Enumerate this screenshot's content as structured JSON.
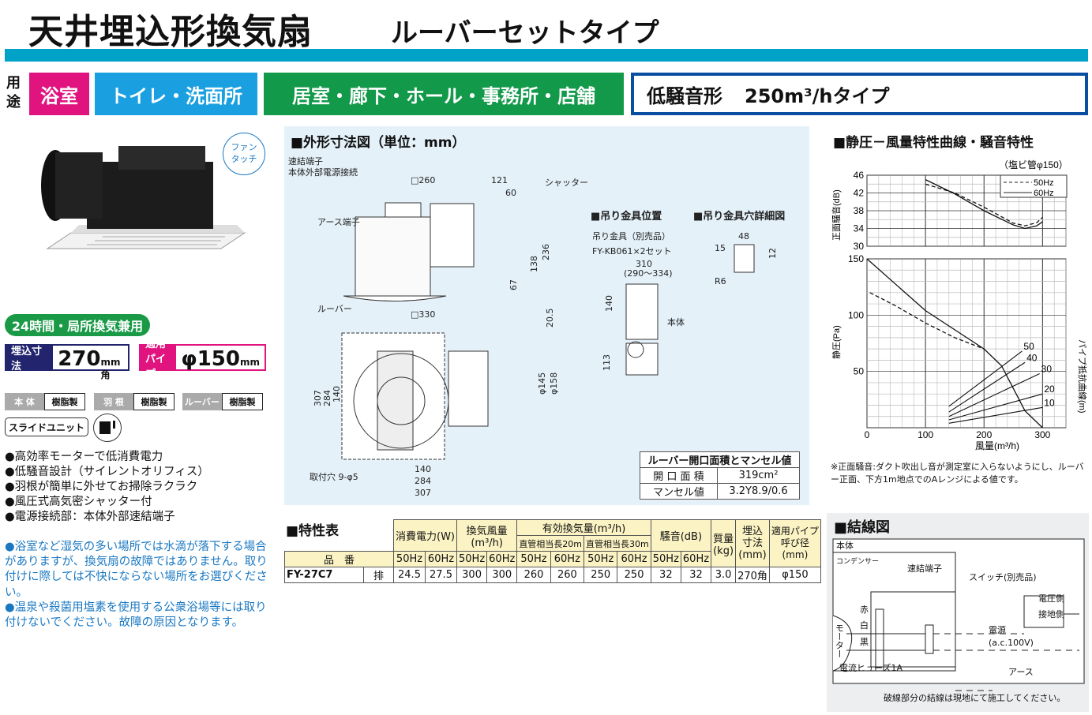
{
  "header": {
    "title": "天井埋込形換気扇",
    "subtitle": "ルーバーセットタイプ"
  },
  "usage": {
    "label": "用途",
    "chips": [
      "浴室",
      "トイレ・洗面所",
      "居室・廊下・ホール・事務所・店舗"
    ],
    "type": "低騒音形",
    "capacity": "250m³/hタイプ"
  },
  "colors": {
    "band": "#00a2c8",
    "bath": "#e0137f",
    "toilet": "#1aa0e0",
    "room": "#12994a",
    "type_border": "#0a4ea2"
  },
  "product": {
    "badge": "ファン\nタッチ",
    "pill": "24時間・局所換気兼用",
    "embed_label": "埋込寸法",
    "embed_value": "270",
    "embed_unit": "mm角",
    "pipe_label": "適用パイプ",
    "pipe_value": "φ150",
    "pipe_unit": "mm",
    "materials": [
      {
        "part": "本 体",
        "mat": "樹脂製"
      },
      {
        "part": "羽 根",
        "mat": "樹脂製"
      },
      {
        "part": "ルーバー",
        "mat": "樹脂製"
      }
    ],
    "slide_unit": "スライドユニット",
    "slide_icon": "slide-unit-icon",
    "features": [
      "●高効率モーターで低消費電力",
      "●低騒音設計（サイレントオリフィス）",
      "●羽根が簡単に外せてお掃除ラクラク",
      "●風圧式高気密シャッター付",
      "●電源接続部：本体外部速結端子"
    ],
    "notes": [
      "●浴室など湿気の多い場所では水滴が落下する場合がありますが、換気扇の故障ではありません。取り付けに際しては不快にならない場所をお選びください。",
      "●温泉や殺菌用塩素を使用する公衆浴場等には取り付けないでください。故障の原因となります。"
    ]
  },
  "dimensions": {
    "title": "■外形寸法図（単位：mm）",
    "labels": [
      "速結端子",
      "本体外部電源接続",
      "□260",
      "121",
      "60",
      "シャッター",
      "アース端子",
      "236",
      "138",
      "67",
      "ルーバー",
      "□330",
      "20.5",
      "307",
      "284",
      "140",
      "φ145",
      "φ158",
      "140",
      "284",
      "307",
      "取付穴 9-φ5"
    ],
    "hanger_title": "■吊り金具位置",
    "hanger_labels": [
      "吊り金具（別売品）",
      "FY-KB061×2セット",
      "310",
      "(290～334)",
      "140",
      "本体",
      "113"
    ],
    "hole_title": "■吊り金具穴詳細図",
    "hole_labels": [
      "48",
      "15",
      "12",
      "R6"
    ],
    "louver_table": {
      "title": "ルーバー開口面積とマンセル値",
      "rows": [
        [
          "開 口 面 積",
          "319cm²"
        ],
        [
          "マンセル値",
          "3.2Y8.9/0.6"
        ]
      ]
    }
  },
  "spec_table": {
    "title": "■特性表",
    "headers": [
      "消費電力(W)",
      "換気風量\n(m³/h)",
      "有効換気量(m³/h)",
      "直管相当長20m",
      "直管相当長30m",
      "騒音(dB)",
      "質量\n(kg)",
      "埋込\n寸法\n(mm)",
      "適用パイプ\n呼び径\n(mm)"
    ],
    "hz": [
      "50Hz",
      "60Hz",
      "50Hz",
      "60Hz",
      "50Hz",
      "60Hz",
      "50Hz",
      "60Hz",
      "50Hz",
      "60Hz"
    ],
    "model_header": "品　番",
    "row": {
      "model": "FY-27C7",
      "kind": "排",
      "values": [
        "24.5",
        "27.5",
        "300",
        "300",
        "260",
        "260",
        "250",
        "250",
        "32",
        "32",
        "3.0",
        "270角",
        "φ150"
      ]
    }
  },
  "chart_data": {
    "type": "line",
    "title": "■静圧－風量特性曲線・騒音特性",
    "subtitle": "（塩ビ管φ150）",
    "xlabel": "風量(m³/h)",
    "xlim": [
      0,
      340
    ],
    "xticks": [
      0,
      100,
      200,
      300
    ],
    "grid": true,
    "noise": {
      "ylabel": "正面騒音(dB)",
      "ylim": [
        30,
        46
      ],
      "yticks": [
        30,
        34,
        38,
        42,
        46
      ],
      "legend": "top-right",
      "series": [
        {
          "name": "50Hz",
          "dash": true,
          "x": [
            100,
            150,
            200,
            250,
            270,
            290,
            300
          ],
          "y": [
            44,
            42,
            38.8,
            35.2,
            34.6,
            35.3,
            36.5
          ]
        },
        {
          "name": "60Hz",
          "dash": false,
          "x": [
            100,
            150,
            200,
            250,
            270,
            290,
            300
          ],
          "y": [
            45,
            41.8,
            38,
            34.8,
            34,
            34.6,
            35.5
          ]
        }
      ]
    },
    "pressure": {
      "ylabel": "静圧(Pa)",
      "ylim": [
        0,
        150
      ],
      "yticks": [
        0,
        50,
        100,
        150
      ],
      "y2label": "パイプ抵抗曲線(m)",
      "series": [
        {
          "name": "60Hz",
          "dash": false,
          "x": [
            0,
            50,
            100,
            150,
            200,
            230,
            250,
            270,
            300
          ],
          "y": [
            150,
            127,
            104,
            87,
            70,
            55,
            35,
            15,
            0
          ]
        },
        {
          "name": "50Hz",
          "dash": true,
          "x": [
            5,
            50,
            100,
            150,
            180,
            200
          ],
          "y": [
            120,
            108,
            93,
            80,
            74,
            70
          ]
        }
      ],
      "pipe_curves": [
        {
          "label": "50",
          "x": [
            140,
            265
          ],
          "y": [
            19,
            68
          ]
        },
        {
          "label": "40",
          "x": [
            140,
            270
          ],
          "y": [
            14,
            58
          ]
        },
        {
          "label": "30",
          "x": [
            140,
            295
          ],
          "y": [
            10,
            48
          ]
        },
        {
          "label": "20",
          "x": [
            140,
            300
          ],
          "y": [
            7,
            30
          ]
        },
        {
          "label": "10",
          "x": [
            140,
            300
          ],
          "y": [
            4,
            18
          ]
        }
      ]
    },
    "note": "※正面騒音:ダクト吹出し音が測定室に入らないようにし、ルーバー正面、下方1m地点でのAレンジによる値です。"
  },
  "wiring": {
    "title": "■結線図",
    "labels": [
      "本体",
      "コンデンサー",
      "速結端子",
      "赤",
      "白",
      "黒",
      "モーター",
      "スイッチ(別売品)",
      "電圧側",
      "接地側",
      "電源",
      "(a.c.100V)",
      "電流ヒューズ1A",
      "アース"
    ],
    "note": "破線部分の結線は現地にて施工してください。"
  }
}
